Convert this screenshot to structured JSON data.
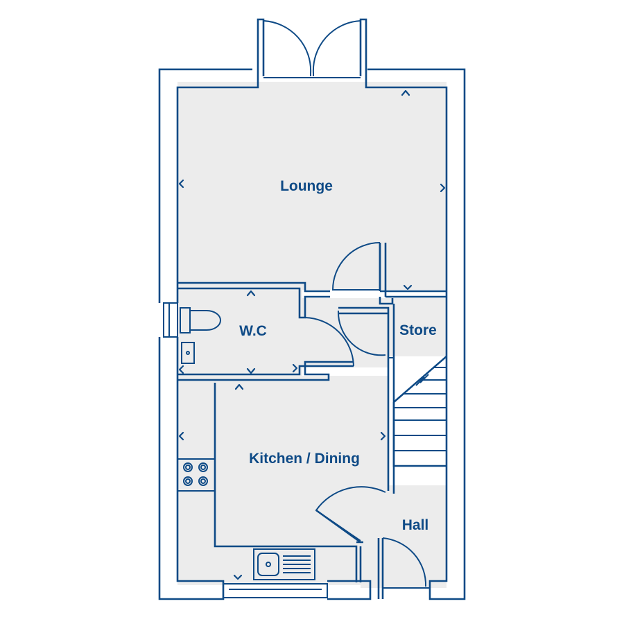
{
  "plan": {
    "accent_color": "#0e4a86",
    "floor_color": "#ececec",
    "rooms": {
      "lounge": "Lounge",
      "wc": "W.C",
      "store": "Store",
      "kitchen": "Kitchen / Dining",
      "hall": "Hall"
    }
  }
}
